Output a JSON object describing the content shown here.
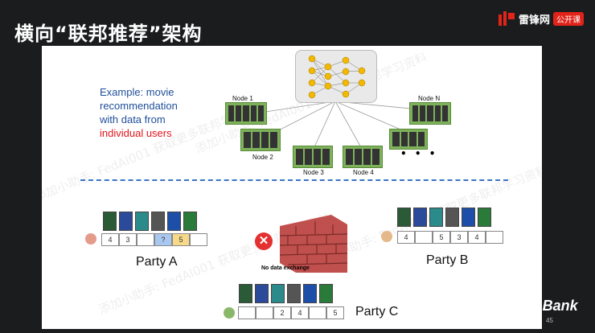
{
  "slide_title": "横向“联邦推荐”架构",
  "brand": {
    "name": "雷锋网",
    "tag": "公开课",
    "accent": "#e2231a"
  },
  "example": {
    "line1": "Example: movie",
    "line2": "recommendation",
    "line3": "with data from",
    "line4": "individual users"
  },
  "nodes": {
    "n1": "Node 1",
    "n2": "Node 2",
    "n3": "Node 3",
    "n4": "Node 4",
    "nN": "Node N",
    "ellipsis": "• • •"
  },
  "no_data_exchange": "No data exchange",
  "party_a": {
    "label": "Party A",
    "ratings": [
      "4",
      "3",
      "",
      "?",
      "5",
      ""
    ]
  },
  "party_b": {
    "label": "Party B",
    "ratings": [
      "4",
      "",
      "5",
      "3",
      "4",
      ""
    ]
  },
  "party_c": {
    "label": "Party C",
    "ratings": [
      "",
      "",
      "2",
      "4",
      "",
      "5"
    ]
  },
  "watermark": "添加小助手: FedAI001 获取更多联邦学习资料",
  "footer": {
    "brand": "WeBank",
    "page": "45"
  }
}
